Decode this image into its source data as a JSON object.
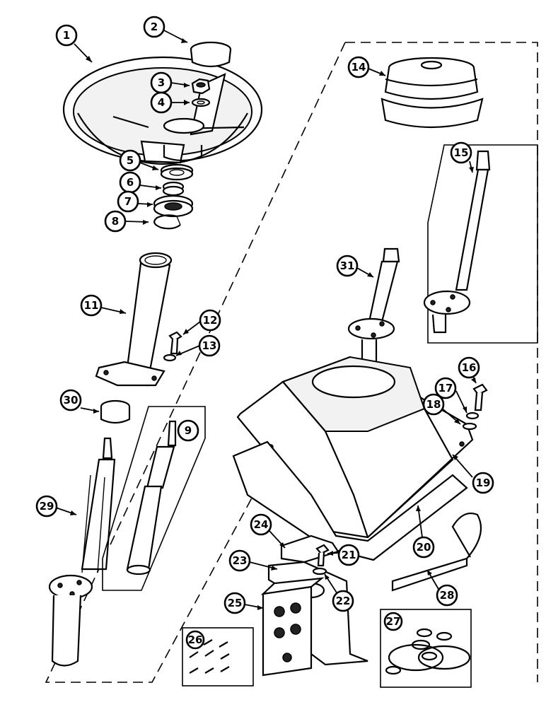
{
  "diagram": {
    "callouts": [
      {
        "id": "c1",
        "label": "1"
      },
      {
        "id": "c2",
        "label": "2"
      },
      {
        "id": "c3",
        "label": "3"
      },
      {
        "id": "c4",
        "label": "4"
      },
      {
        "id": "c5",
        "label": "5"
      },
      {
        "id": "c6",
        "label": "6"
      },
      {
        "id": "c7",
        "label": "7"
      },
      {
        "id": "c8",
        "label": "8"
      },
      {
        "id": "c9",
        "label": "9"
      },
      {
        "id": "c11",
        "label": "11"
      },
      {
        "id": "c12",
        "label": "12"
      },
      {
        "id": "c13",
        "label": "13"
      },
      {
        "id": "c14",
        "label": "14"
      },
      {
        "id": "c15",
        "label": "15"
      },
      {
        "id": "c16",
        "label": "16"
      },
      {
        "id": "c17",
        "label": "17"
      },
      {
        "id": "c18",
        "label": "18"
      },
      {
        "id": "c19",
        "label": "19"
      },
      {
        "id": "c20",
        "label": "20"
      },
      {
        "id": "c21",
        "label": "21"
      },
      {
        "id": "c22",
        "label": "22"
      },
      {
        "id": "c23",
        "label": "23"
      },
      {
        "id": "c24",
        "label": "24"
      },
      {
        "id": "c25",
        "label": "25"
      },
      {
        "id": "c26",
        "label": "26"
      },
      {
        "id": "c27",
        "label": "27"
      },
      {
        "id": "c28",
        "label": "28"
      },
      {
        "id": "c29",
        "label": "29"
      },
      {
        "id": "c30",
        "label": "30"
      },
      {
        "id": "c31",
        "label": "31"
      }
    ]
  }
}
